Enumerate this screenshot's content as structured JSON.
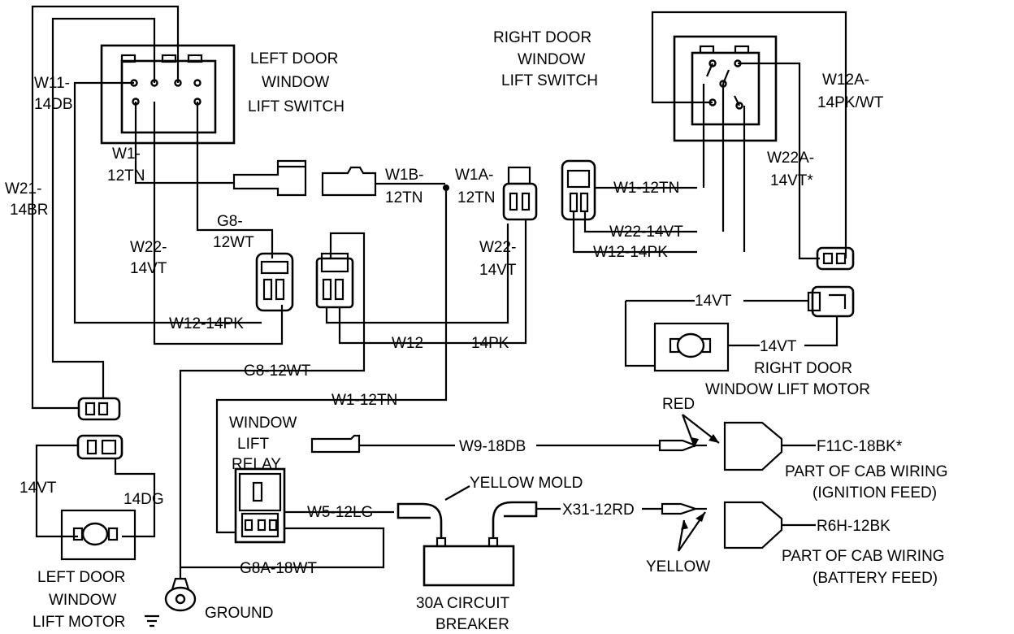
{
  "components": {
    "left_switch": [
      "LEFT DOOR",
      "WINDOW",
      "LIFT SWITCH"
    ],
    "right_switch": [
      "RIGHT DOOR",
      "WINDOW",
      "LIFT SWITCH"
    ],
    "right_motor": [
      "RIGHT DOOR",
      "WINDOW LIFT MOTOR"
    ],
    "left_motor": [
      "LEFT DOOR",
      "WINDOW",
      "LIFT MOTOR"
    ],
    "relay": [
      "WINDOW",
      "LIFT",
      "RELAY"
    ],
    "breaker": [
      "30A CIRCUIT",
      "BREAKER"
    ],
    "ground": "GROUND",
    "cab_ignition": [
      "PART OF CAB WIRING",
      "(IGNITION FEED)"
    ],
    "cab_battery": [
      "PART OF CAB WIRING",
      "(BATTERY FEED)"
    ]
  },
  "wires": {
    "w11": [
      "W11-",
      "14DB"
    ],
    "w21": [
      "W21-",
      "14BR"
    ],
    "w1_left": [
      "W1-",
      "12TN"
    ],
    "w22_left": [
      "W22-",
      "14VT"
    ],
    "g8_left": [
      "G8-",
      "12WT"
    ],
    "w12_14pk_left": "W12-14PK",
    "g8_12wt": "G8-12WT",
    "w1b": [
      "W1B-",
      "12TN"
    ],
    "w1a": [
      "W1A-",
      "12TN"
    ],
    "w22_mid": [
      "W22-",
      "14VT"
    ],
    "w12": "W12",
    "pk_14": "14PK",
    "w1_12tn_right": "W1-12TN",
    "w22_14vt_right": "W22-14VT",
    "w12_14pk_right": "W12-14PK",
    "w12a": [
      "W12A-",
      "14PK/WT"
    ],
    "w22a": [
      "W22A-",
      "14VT*"
    ],
    "vt_top": "14VT",
    "vt_motor": "14VT",
    "w1_12tn_relay": "W1-12TN",
    "w9": "W9-18DB",
    "w5": "W5-12LG",
    "g8a": "G8A-18WT",
    "x31": "X31-12RD",
    "f11c": "F11C-18BK*",
    "r6h": "R6H-12BK",
    "vt_left": "14VT",
    "dg_left": "14DG"
  },
  "callouts": {
    "yellow_mold": "YELLOW MOLD",
    "red": "RED",
    "yellow": "YELLOW"
  }
}
